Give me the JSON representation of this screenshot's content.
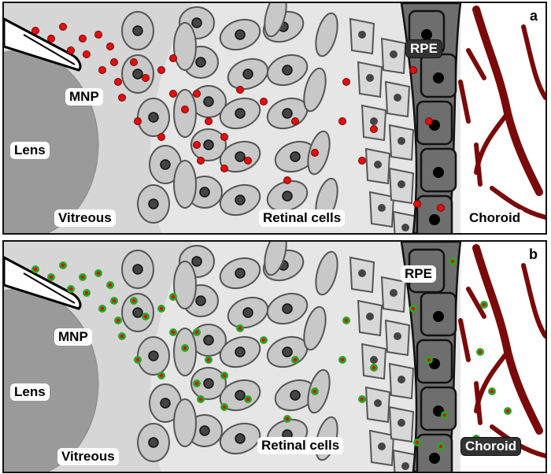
{
  "panels": [
    {
      "letter": "a",
      "labels": {
        "lens": "Lens",
        "vitreous": "Vitreous",
        "mnp": "MNP",
        "retinal_cells": "Retinal cells",
        "rpe": "RPE",
        "choroid": "Choroid"
      },
      "highlighted": "rpe",
      "particle_style": "red",
      "particles_in_choroid": false
    },
    {
      "letter": "b",
      "labels": {
        "lens": "Lens",
        "vitreous": "Vitreous",
        "mnp": "MNP",
        "retinal_cells": "Retinal cells",
        "rpe": "RPE",
        "choroid": "Choroid"
      },
      "highlighted": "choroid",
      "particle_style": "green-ring",
      "particles_in_choroid": true
    }
  ],
  "colors": {
    "particle_red": "#e01010",
    "particle_ring_green": "#22aa22",
    "vessel": "#7a0a0a",
    "rpe_cell": "#6e6e6e",
    "retina_bg": "#e6e6e6",
    "vitreous_bg": "#d6d6d6",
    "lens": "#9a9a9a",
    "cell_fill": "#c8c8c8"
  }
}
